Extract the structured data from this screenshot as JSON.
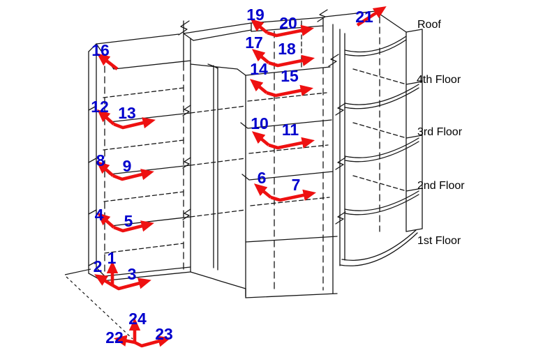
{
  "diagram": {
    "background": "#ffffff",
    "colors": {
      "wireframe": "#151515",
      "sensor_arrow": "#ee1111",
      "sensor_number": "#0000cd",
      "floor_label": "#000000"
    },
    "floor_labels": [
      {
        "label": "Roof"
      },
      {
        "label": "4th Floor"
      },
      {
        "label": "3rd Floor"
      },
      {
        "label": "2nd Floor"
      },
      {
        "label": "1st Floor"
      }
    ],
    "sensors": [
      {
        "label": "1",
        "direction": "up"
      },
      {
        "label": "2",
        "direction": "up-left"
      },
      {
        "label": "3",
        "direction": "right"
      },
      {
        "label": "4",
        "direction": "up-left"
      },
      {
        "label": "5",
        "direction": "right"
      },
      {
        "label": "6",
        "direction": "up-left"
      },
      {
        "label": "7",
        "direction": "right"
      },
      {
        "label": "8",
        "direction": "up-left"
      },
      {
        "label": "9",
        "direction": "right"
      },
      {
        "label": "10",
        "direction": "up-left"
      },
      {
        "label": "11",
        "direction": "right"
      },
      {
        "label": "12",
        "direction": "up-left"
      },
      {
        "label": "13",
        "direction": "right"
      },
      {
        "label": "14",
        "direction": "up-left"
      },
      {
        "label": "15",
        "direction": "right"
      },
      {
        "label": "16",
        "direction": "up-left"
      },
      {
        "label": "17",
        "direction": "up-left"
      },
      {
        "label": "18",
        "direction": "right"
      },
      {
        "label": "19",
        "direction": "up-left"
      },
      {
        "label": "20",
        "direction": "right"
      },
      {
        "label": "21",
        "direction": "up-right"
      },
      {
        "label": "22",
        "direction": "left"
      },
      {
        "label": "23",
        "direction": "right"
      },
      {
        "label": "24",
        "direction": "up"
      }
    ]
  }
}
